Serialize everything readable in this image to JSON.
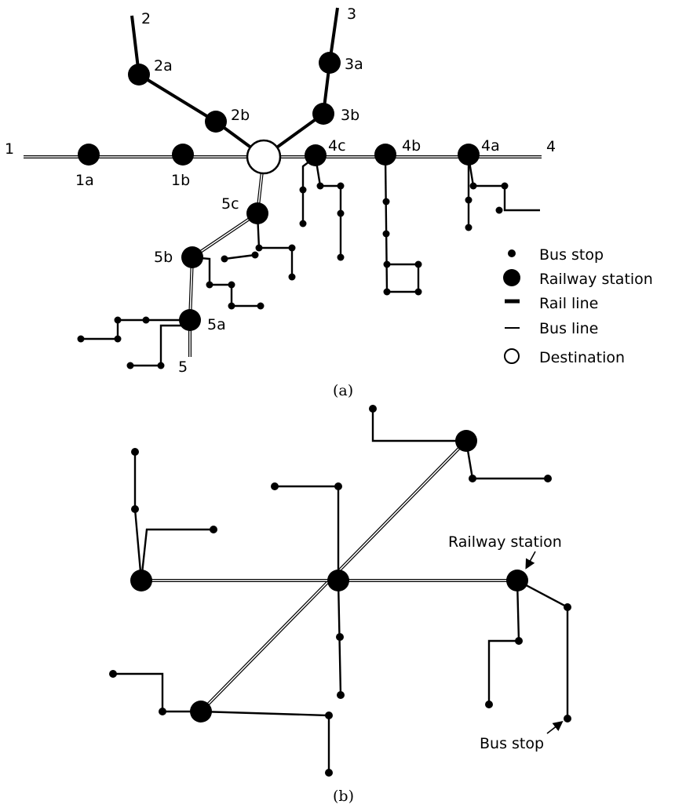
{
  "figure_a": {
    "caption": "(a)",
    "lines": [
      "1",
      "2",
      "3",
      "4",
      "5"
    ],
    "stations": [
      "1a",
      "1b",
      "2a",
      "2b",
      "3a",
      "3b",
      "4a",
      "4b",
      "4c",
      "5a",
      "5b",
      "5c"
    ],
    "legend": {
      "bus_stop": "Bus stop",
      "railway_station": "Railway station",
      "rail_line": "Rail line",
      "bus_line": "Bus line",
      "destination": "Destination"
    }
  },
  "figure_b": {
    "caption": "(b)",
    "railway_station_label": "Railway station",
    "bus_stop_label": "Bus stop"
  },
  "colors": {
    "ink": "#000000",
    "paper": "#ffffff"
  }
}
